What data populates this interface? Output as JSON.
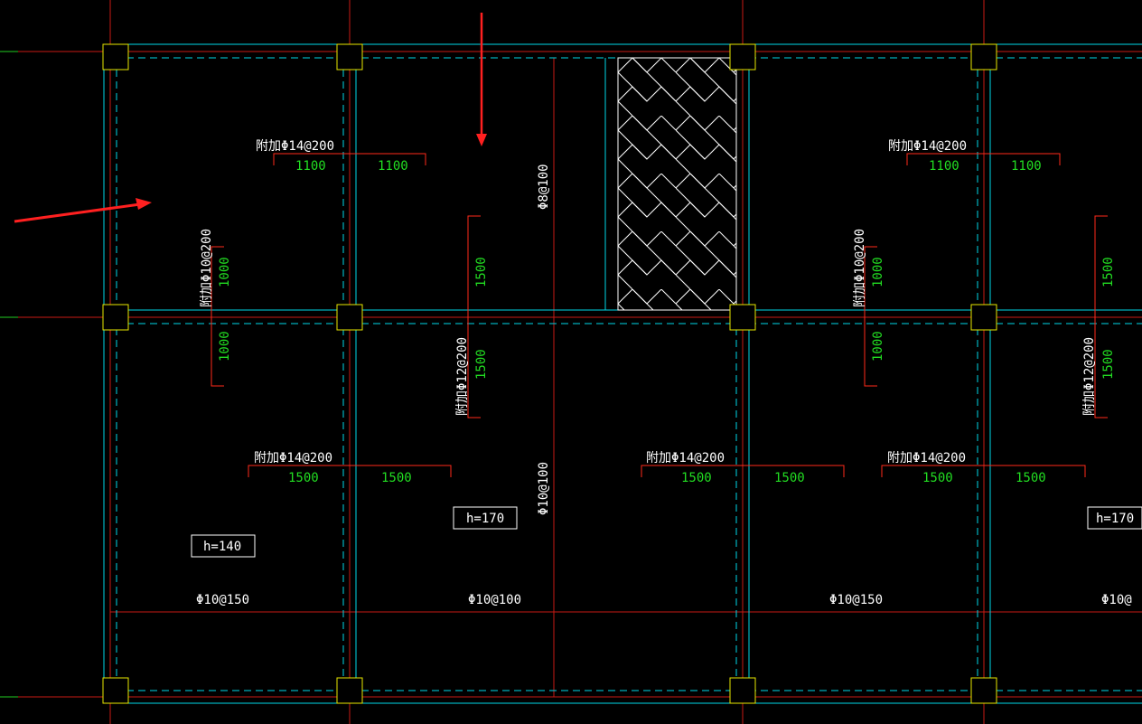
{
  "colors": {
    "background": "#000000",
    "axis_red": "#e0201a",
    "beam_cyan": "#00d8e8",
    "column_yellow": "#e8e800",
    "rebar_red": "#ff2a1a",
    "dim_green": "#22dd22",
    "text_white": "#ffffff",
    "arrow_red": "#ff2020"
  },
  "top_rebar_labels": {
    "t1": "附加Φ14@200",
    "t2": "附加Φ14@200",
    "t3": "附加Φ14@200",
    "t4": "附加Φ14@200",
    "t5": "附加Φ14@200"
  },
  "top_rebar_dims": {
    "d1a": "1100",
    "d1b": "1100",
    "d2a": "1100",
    "d2b": "1100",
    "d3a": "1500",
    "d3b": "1500",
    "d4a": "1500",
    "d4b": "1500",
    "d5a": "1500",
    "d5b": "1500"
  },
  "vertical_rebar_labels": {
    "v1": "附加Φ10@200",
    "v2": "附加Φ12@200",
    "v3": "附加Φ10@200",
    "v4": "附加Φ12@200",
    "v5": "Φ8@100",
    "v6": "Φ10@100"
  },
  "vertical_dims": {
    "a1": "1000",
    "a2": "1000",
    "b1": "1500",
    "b2": "1500",
    "c1": "1000",
    "c2": "1000",
    "e1": "1500",
    "e2": "1500"
  },
  "slab_thickness": {
    "s1": "h=140",
    "s2": "h=170",
    "s3": "h=170"
  },
  "bottom_rebar_labels": {
    "b1": "Φ10@150",
    "b2": "Φ10@100",
    "b3": "Φ10@150",
    "b4": "Φ10@"
  }
}
